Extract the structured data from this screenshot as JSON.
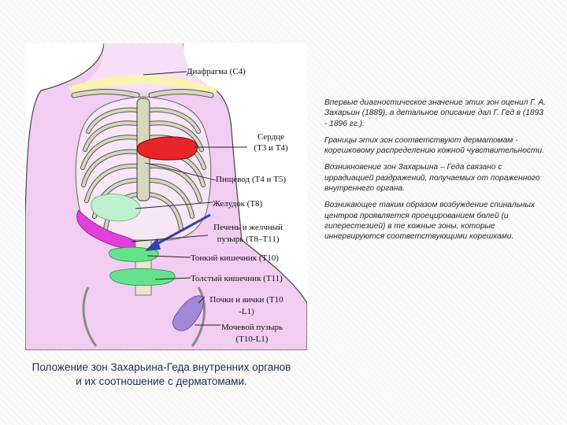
{
  "figure": {
    "labels": {
      "diaphragm": "Диафрагма (C4)",
      "heart_line1": "Сердце",
      "heart_line2": "(T3 и T4)",
      "esophagus": "Пищевод (T4 и T5)",
      "stomach": "Желудок (T8)",
      "liver_line1": "Печень и желчный",
      "liver_line2": "пузырь (T8–T11)",
      "small_intestine": "Тонкий кишечник (T10)",
      "large_intestine": "Толстый кишечник (T11)",
      "kidneys_line1": "Почки и яички (T10",
      "kidneys_line2": "-L1)",
      "bladder_line1": "Мочевой пузырь",
      "bladder_line2": "(T10-L1)"
    },
    "colors": {
      "skin": "#f2cdf2",
      "bone": "#d7d7c0",
      "heart": "#e8252a",
      "stomach": "#bdf0cf",
      "liver": "#e13fd9",
      "intestine": "#66e38a",
      "kidney": "#a488d8",
      "diaphragm": "#f8f3b0",
      "arrow": "#3640a6"
    }
  },
  "caption": "Положение зон Захарьина-Геда внутренних органов и их соотношение с дерматомами.",
  "paragraphs": [
    "Впервые диагностическое значение этих зон оценил Г. А. Захарьин (1889), а детальное описание дал Г. Гед в (1893 - 1896 гг.).",
    "Границы этих зон соответствуют дерматомам - корешковому распределению кожной чувствительности.",
    "Возникновение зон Захарьина – Геда связано с иррадиацией раздражений, получаемых от пораженного внутреннего органа.",
    "Возникающее таким образом возбуждение спинальных центров проявляется проецированием болей (и гиперестезией) в те кожные зоны, которые иннервируются соответствующими корешками."
  ]
}
